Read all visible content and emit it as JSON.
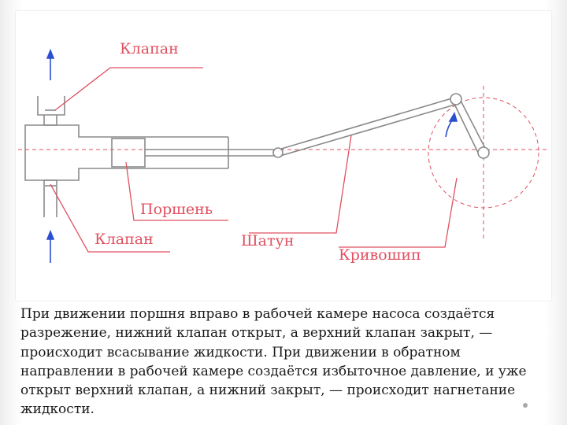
{
  "diagram": {
    "labels": {
      "valve_top": "Клапан",
      "piston": "Поршень",
      "valve_bottom": "Клапан",
      "connecting_rod": "Шатун",
      "crank": "Кривошип"
    }
  },
  "caption": {
    "text": "При движении поршня вправо в рабочей камере насоса создаётся разрежение, нижний клапан открыт, а верхний клапан закрыт, — происходит всасывание жидкости. При движении в обратном направлении в рабочей камере создаётся избыточное давление, и уже открыт верхний клапан, а нижний закрыт, — происходит нагнетание жидкости."
  },
  "colors": {
    "label_red": "#e05060",
    "arrow_blue": "#2a4fd0",
    "line_gray": "#8a8a8a"
  }
}
